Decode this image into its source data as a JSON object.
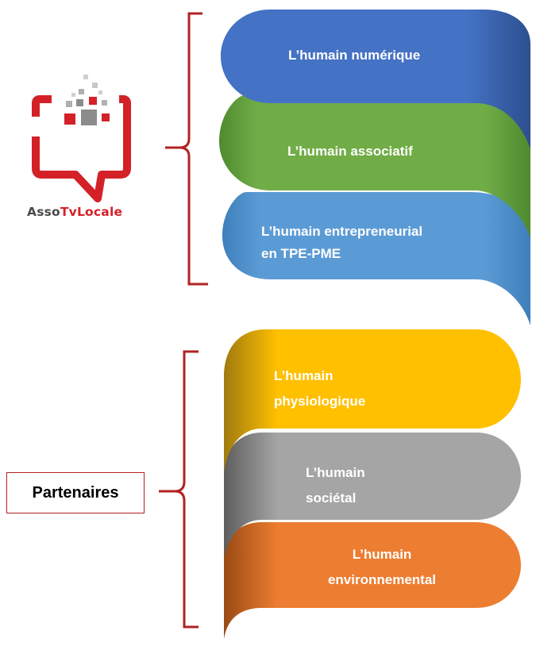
{
  "logo": {
    "text_part1": "Asso",
    "text_part2": "TvLocale"
  },
  "top_group": {
    "items": [
      {
        "lines": [
          "L’humain numérique"
        ],
        "color": "#4472C4"
      },
      {
        "lines": [
          "L’humain associatif"
        ],
        "color": "#70AD47"
      },
      {
        "lines": [
          "L’humain entrepreneurial",
          "en TPE-PME"
        ],
        "color": "#5B9BD5"
      }
    ]
  },
  "bottom_group": {
    "label": "Partenaires",
    "items": [
      {
        "lines": [
          "L’humain",
          "physiologique"
        ],
        "color": "#FFC000"
      },
      {
        "lines": [
          "L’humain",
          "sociétal"
        ],
        "color": "#A5A5A5"
      },
      {
        "lines": [
          "L’humain",
          "environnemental"
        ],
        "color": "#ED7D31"
      }
    ]
  },
  "colors": {
    "brace": "#B22222",
    "logo_red": "#D42128",
    "logo_gray": "#8C8C8C"
  }
}
